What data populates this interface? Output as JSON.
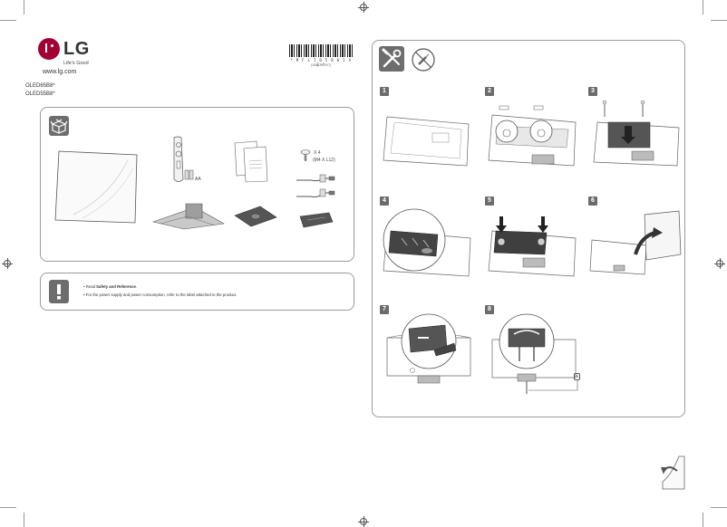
{
  "brand": {
    "logo_text": "LG",
    "tagline": "Life's Good",
    "website": "www.lg.com"
  },
  "models": [
    "OLED65B8*",
    "OLED55B8*"
  ],
  "barcode": {
    "number": "* M F L 7 0 5 8 0 1 4 3 *",
    "sub": "(1804-REV07)"
  },
  "box_contents": {
    "battery_label": "AA",
    "screw_count": "X 4",
    "screw_size": "(M4 X L12)"
  },
  "notes": {
    "line1_prefix": "• Read ",
    "line1_bold": "Safety and Reference",
    "line1_suffix": ".",
    "line2": "• For the power supply and power consumption, refer to the label attached to the product."
  },
  "steps": [
    "1",
    "2",
    "3",
    "4",
    "5",
    "6",
    "7",
    "8"
  ],
  "step8_callout": "a"
}
